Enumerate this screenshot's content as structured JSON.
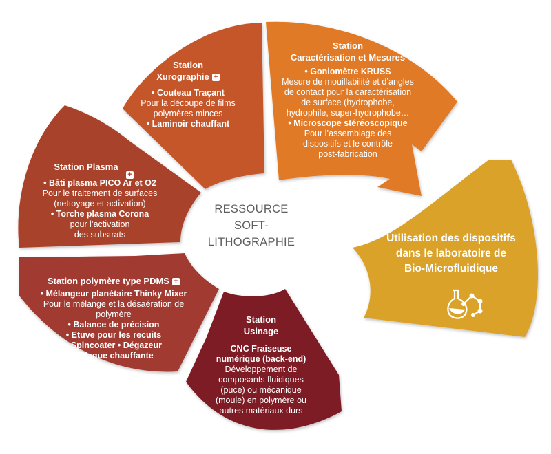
{
  "center": {
    "line1": "RESSOURCE",
    "line2": "SOFT-LITHOGRAPHIE"
  },
  "colors": {
    "xurographie": "#c4562c",
    "caracterisation": "#e07a28",
    "plasma": "#a9432b",
    "pdms": "#a13a30",
    "usinage": "#7e1a25",
    "target": "#dba22b"
  },
  "stations": {
    "xurographie": {
      "title1": "Station",
      "title2": "Xurographie",
      "b1": "• Couteau Traçant",
      "d1a": "Pour la découpe de films",
      "d1b": "polymères minces",
      "b2": "• Laminoir chauffant"
    },
    "caracterisation": {
      "title1": "Station",
      "title2": "Caractérisation et Mesures",
      "b1": "• Goniomètre KRUSS",
      "d1a": "Mesure de mouillabilité et d’angles",
      "d1b": "de contact pour la caractérisation",
      "d1c": "de surface (hydrophobe,",
      "d1d": "hydrophile, super-hydrophobe…",
      "b2": "• Microscope stéréoscopique",
      "d2a": "Pour l’assemblage des",
      "d2b": "dispositifs et le contrôle",
      "d2c": "post-fabrication"
    },
    "plasma": {
      "title": "Station Plasma",
      "b1": "• Bâti plasma PICO Ar et O2",
      "d1a": "Pour le traitement de surfaces",
      "d1b": "(nettoyage et activation)",
      "b2": "• Torche plasma Corona",
      "d2a": "pour l’activation",
      "d2b": "des substrats"
    },
    "pdms": {
      "title": "Station polymère type PDMS",
      "b1": "• Mélangeur planétaire Thinky Mixer",
      "d1a": "Pour le mélange et la désaération de",
      "d1b": "polymère",
      "b2": "• Balance de précision",
      "b3": "• Etuve pour les recuits",
      "b4": "• Spincoater • Dégazeur",
      "b5": "• Plaque chauffante"
    },
    "usinage": {
      "title1": "Station",
      "title2": "Usinage",
      "b1a": "CNC Fraiseuse",
      "b1b": "numérique (back-end)",
      "d1a": "Développement de",
      "d1b": "composants fluidiques",
      "d1c": "(puce) ou mécanique",
      "d1d": "(moule) en polymère ou",
      "d1e": "autres matériaux durs"
    }
  },
  "target": {
    "line1": "Utilisation des dispositifs",
    "line2": "dans le laboratoire de",
    "line3": "Bio-Microfluidique",
    "icon": "lab-flask-molecule-icon"
  },
  "plus_icon": "+"
}
